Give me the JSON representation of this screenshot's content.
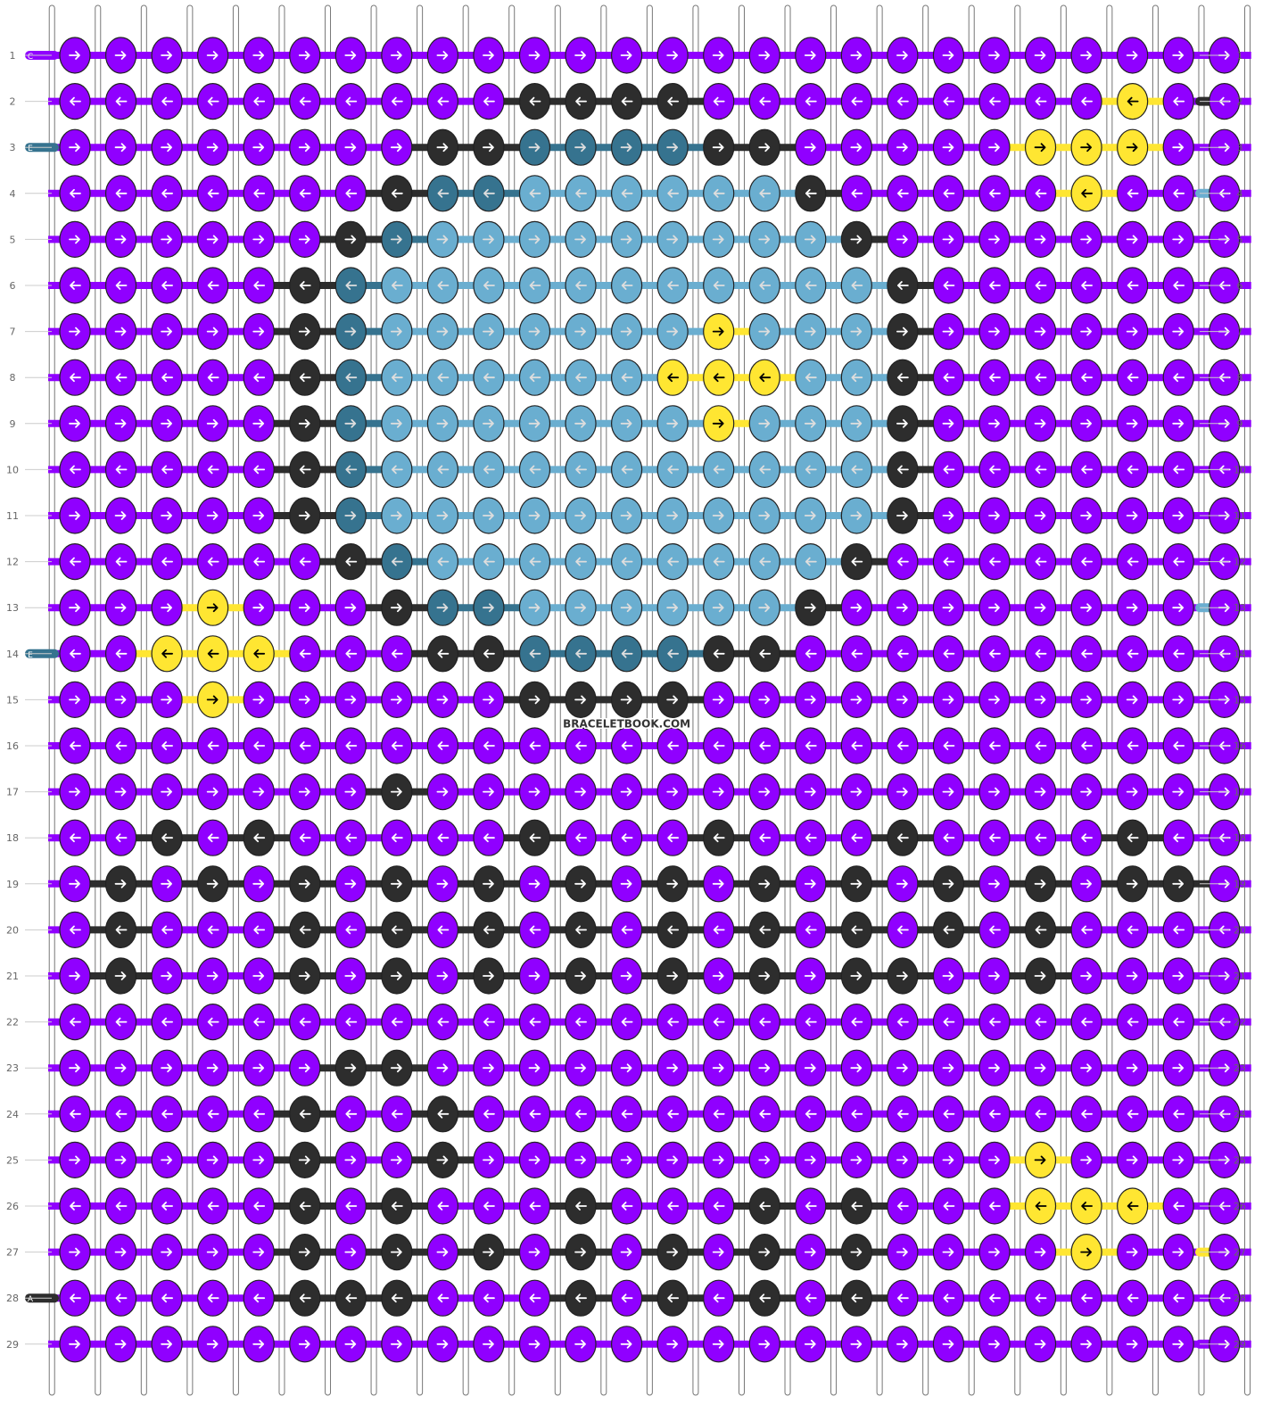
{
  "watermark": "BRACELETBOOK.COM",
  "columns": 26,
  "rows": 29,
  "row_labels": [
    "1",
    "2",
    "3",
    "4",
    "5",
    "6",
    "7",
    "8",
    "9",
    "10",
    "11",
    "12",
    "13",
    "14",
    "15",
    "16",
    "17",
    "18",
    "19",
    "20",
    "21",
    "22",
    "23",
    "24",
    "25",
    "26",
    "27",
    "28",
    "29"
  ],
  "colors": {
    "P": "#9000ff",
    "K": "#2d2d2d",
    "T": "#36738f",
    "L": "#6aaed0",
    "Y": "#ffe632"
  },
  "arrow_colors": {
    "P": "#ffffff",
    "K": "#ffffff",
    "T": "#dddddd",
    "L": "#dddddd",
    "Y": "#000000"
  },
  "strands": {
    "left": [
      {
        "row": 1,
        "letter": "C",
        "color": "P"
      },
      {
        "row": 3,
        "letter": "E",
        "color": "T"
      },
      {
        "row": 14,
        "letter": "E",
        "color": "T"
      },
      {
        "row": 28,
        "letter": "A",
        "color": "K"
      }
    ],
    "right": [
      {
        "row": 2,
        "letter": "A",
        "color": "K"
      },
      {
        "row": 4,
        "letter": "D",
        "color": "L"
      },
      {
        "row": 13,
        "letter": "D",
        "color": "L"
      },
      {
        "row": 27,
        "letter": "B",
        "color": "Y"
      },
      {
        "row": 29,
        "letter": "C",
        "color": "P"
      }
    ]
  },
  "grid": [
    "PPPPPPPPPPPPPPPPPPPPPPPPPP",
    "PPPPPPPPPPKKKKPPPPPPPPPYPP",
    "PPPPPPPPKKTTTTKKPPPPPYYYPP",
    "PPPPPPPKTTLLLLLLKPPPPPYPPP",
    "PPPPPPKTLLLLLLLLLKPPPPPPPP",
    "PPPPPKTLLLLLLLLLLLKPPPPPPP",
    "PPPPPKTLLLLLLLYLLLKPPPPPPP",
    "PPPPPKTLLLLLLYYYLLKPPPPPPP",
    "PPPPPKTLLLLLLLYLLLKPPPPPPP",
    "PPPPPKTLLLLLLLLLLLKPPPPPPP",
    "PPPPPKTLLLLLLLLLLLKPPPPPPP",
    "PPPPPPKTLLLLLLLLLKPPPPPPPP",
    "PPPYPPPKTTLLLLLLKPPPPPPPPP",
    "PPYYYPPPKKTTTTKKPPPPPPPPPP",
    "PPPYPPPPPPKKKKPPPPPPPPPPPP",
    "PPPPPPPPPPPPPPPPPPPPPPPPPP",
    "PPPPPPPKPPPPPPPPPPPPPPPPPP",
    "PPKPKPPPPPKPPPKPPPKPPPPKPP",
    "PKPKPKPKPKPKPKPKPKPKPKPKKP",
    "PKPPPKPKPKPKPKPKPKPKPKPPPP",
    "PKPPPKPKPKPKPKPKPKKPPKPPPP",
    "PPPPPPPPPPPPPPPPPPPPPPPPPP",
    "PPPPPPKKPPPPPPPPPPPPPPPPPP",
    "PPPPPKPPKPPPPPPPPPPPPPPPPP",
    "PPPPPKPPKPPPPPPPPPPPPYPPPP",
    "PPPPPKPKPPPKPPPKPKPPPYYYPP",
    "PPPPPKPKPKPKPKPKPKPPPPYPPP",
    "PPPPPKKKPPPKPKPKPKPPPPPPPP",
    "PPPPPPPPPPPPPPPPPPPPPPPPPP"
  ]
}
